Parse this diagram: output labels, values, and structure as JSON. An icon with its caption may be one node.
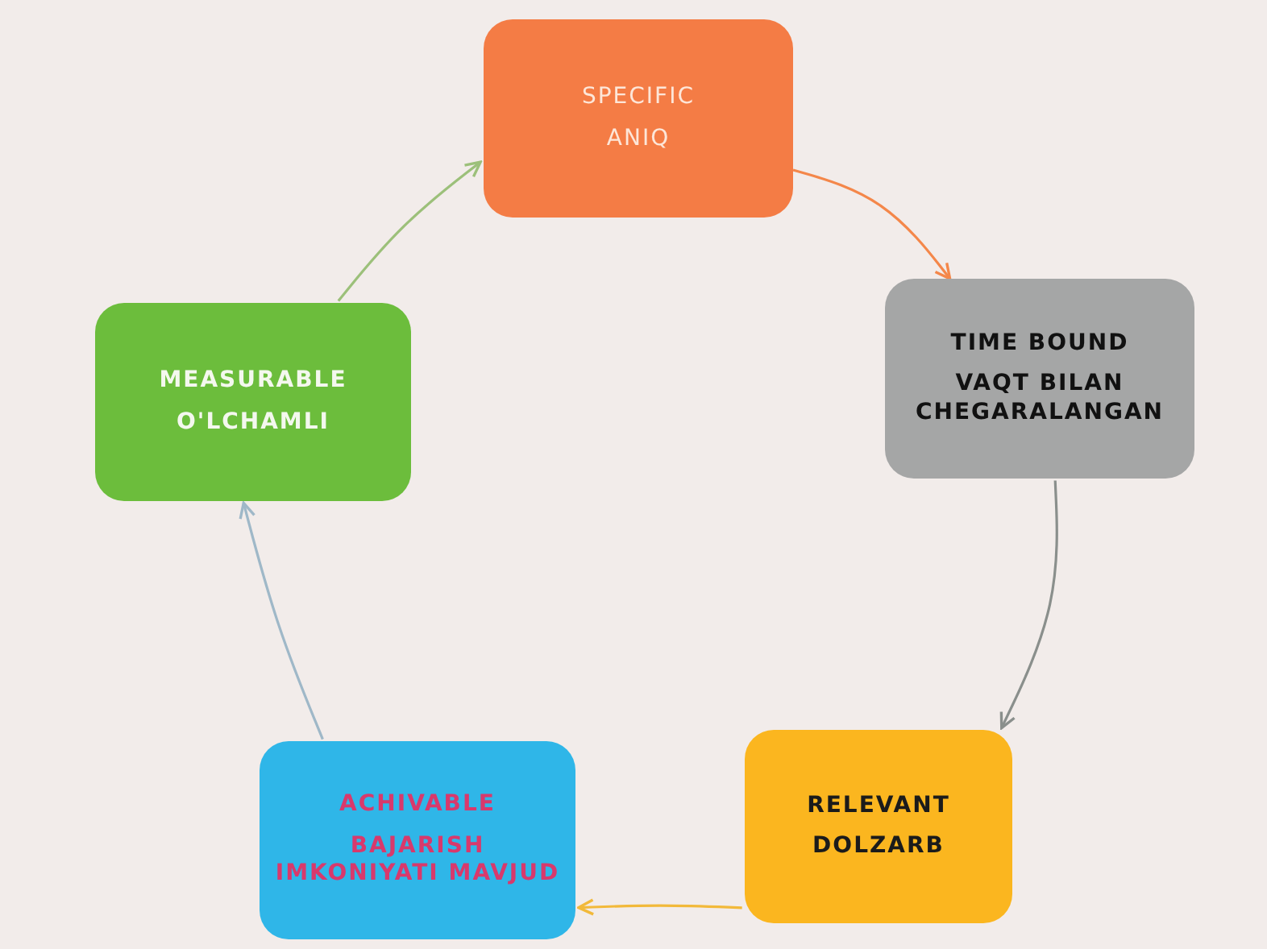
{
  "diagram": {
    "nodes": [
      {
        "text": [
          "SPECIFIC",
          "ANIQ"
        ]
      },
      {
        "text": [
          "TIME BOUND",
          "VAQT BILAN CHEGARALANGAN"
        ]
      },
      {
        "text": [
          "RELEVANT",
          "DOLZARB"
        ]
      },
      {
        "text": [
          "ACHIVABLE",
          "BAJARISH IMKONIYATI MAVJUD"
        ]
      },
      {
        "text": [
          "MEASURABLE",
          "O'LCHAMLI"
        ]
      }
    ],
    "edges": [
      {
        "from": 0,
        "to": 1,
        "arrow": "to",
        "color": "#f4874a"
      },
      {
        "from": 1,
        "to": 2,
        "arrow": "to",
        "color": "#8a8f8c"
      },
      {
        "from": 2,
        "to": 3,
        "arrow": "to",
        "color": "#f2b93a"
      },
      {
        "from": 3,
        "to": 4,
        "arrow": "to",
        "color": "#9fb8c8"
      },
      {
        "from": 4,
        "to": 0,
        "arrow": "to",
        "color": "#9cc07a"
      }
    ]
  }
}
